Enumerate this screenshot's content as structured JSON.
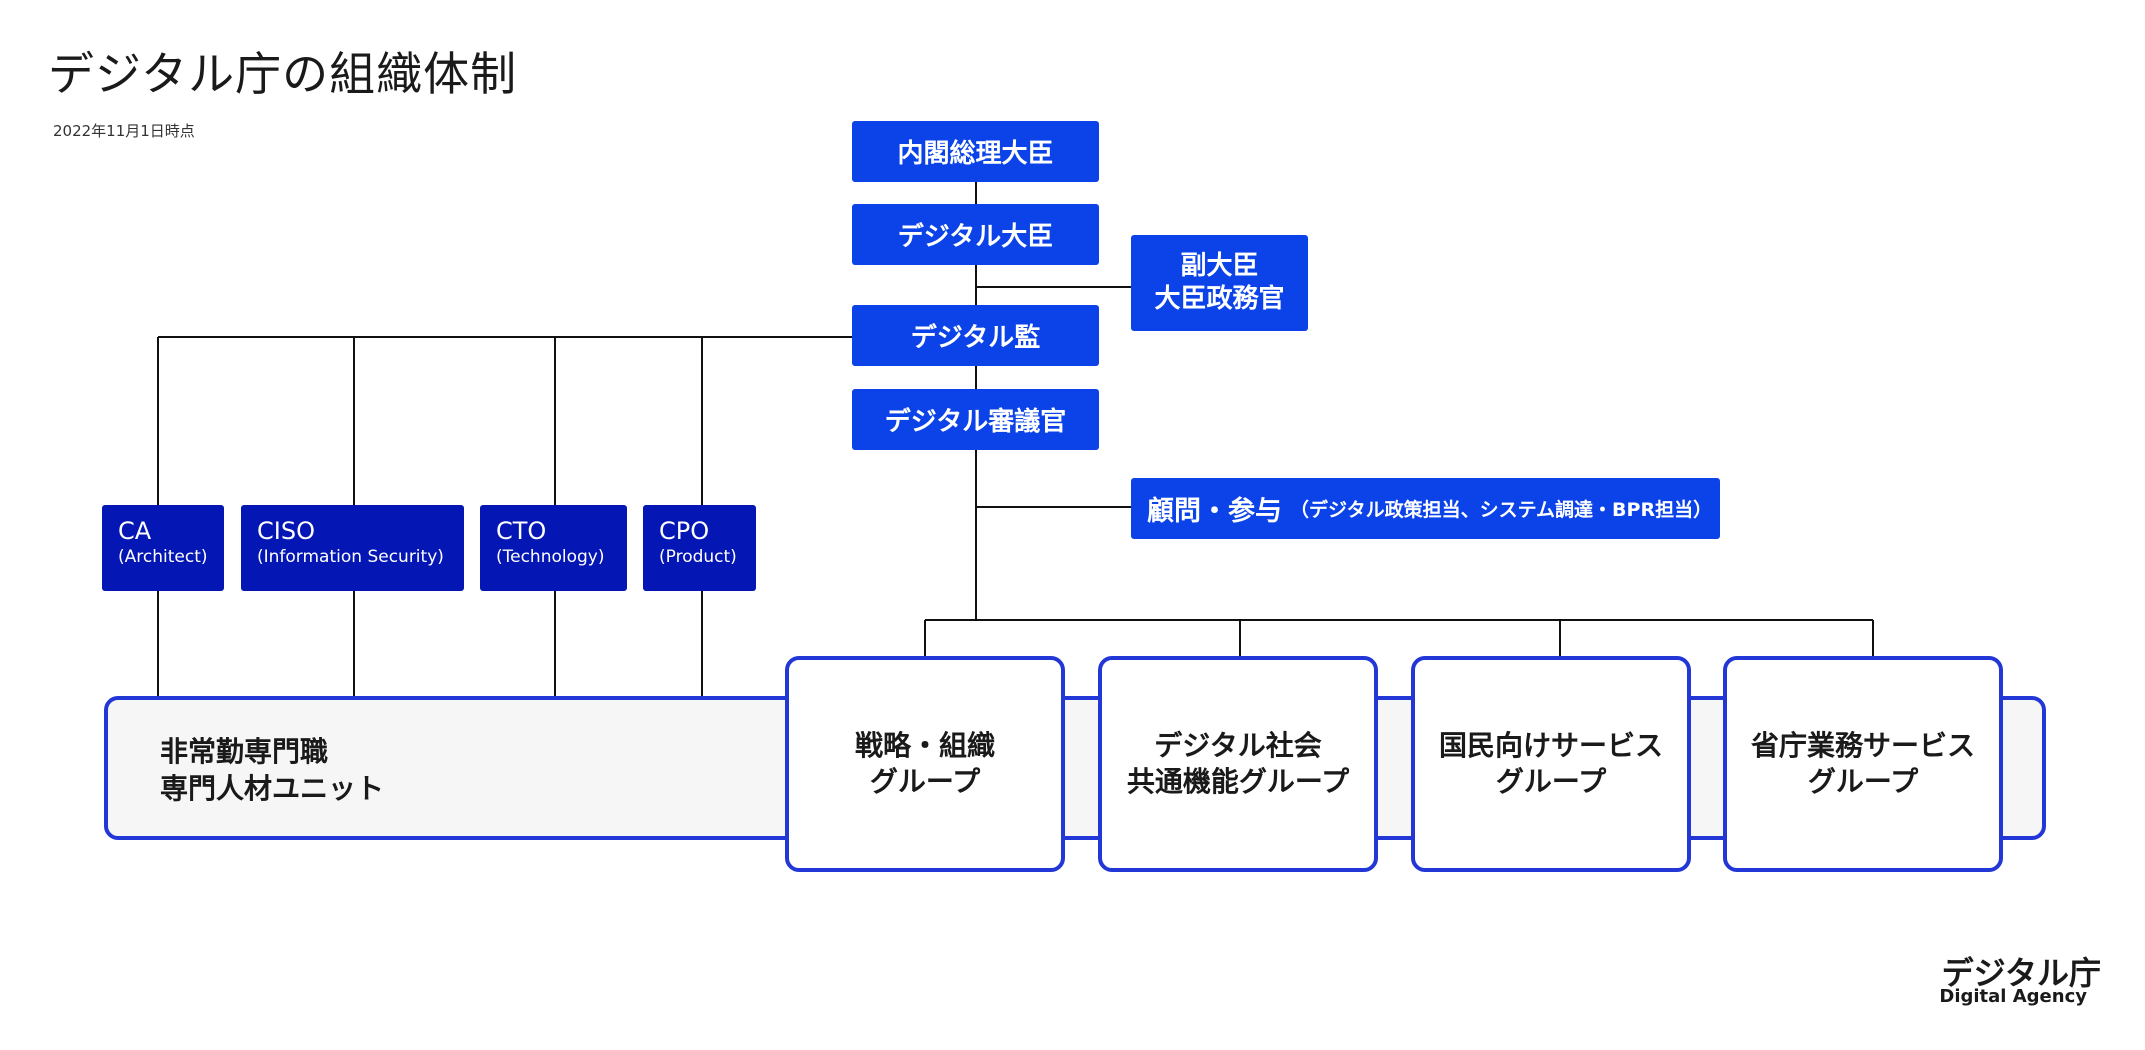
{
  "header": {
    "title": "デジタル庁の組織体制",
    "as_of": "2022年11月1日時点"
  },
  "chain": {
    "prime_minister": "内閣総理大臣",
    "minister": "デジタル大臣",
    "vice_minister_line1": "副大臣",
    "vice_minister_line2": "大臣政務官",
    "chief_officer": "デジタル監",
    "councillor": "デジタル審議官",
    "advisor_main": "顧問・参与",
    "advisor_sub": "（デジタル政策担当、システム調達・BPR担当）"
  },
  "roles": [
    {
      "name": "CA",
      "sub": "(Architect)"
    },
    {
      "name": "CISO",
      "sub": "(Information Security)"
    },
    {
      "name": "CTO",
      "sub": "(Technology)"
    },
    {
      "name": "CPO",
      "sub": "(Product)"
    }
  ],
  "unit": {
    "line1": "非常勤専門職",
    "line2": "専門人材ユニット"
  },
  "groups": [
    {
      "line1": "戦略・組織",
      "line2": "グループ"
    },
    {
      "line1": "デジタル社会",
      "line2": "共通機能グループ"
    },
    {
      "line1": "国民向けサービス",
      "line2": "グループ"
    },
    {
      "line1": "省庁業務サービス",
      "line2": "グループ"
    }
  ],
  "logo": {
    "name": "デジタル庁",
    "english": "Digital Agency"
  },
  "colors": {
    "primary_blue": "#0b43e8",
    "role_navy": "#0416b4",
    "border_blue": "#2336d6",
    "unit_fill": "#f6f6f6",
    "line": "#000000"
  }
}
